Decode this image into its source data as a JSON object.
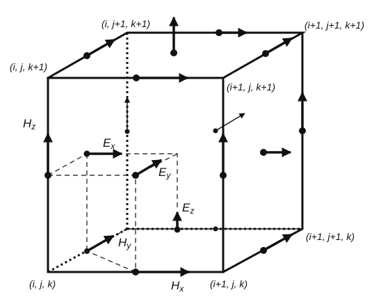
{
  "corners": {
    "i_j_k": "(i, j, k)",
    "i1_j_k": "(i+1, j, k)",
    "i1_j1_k": "(i+1, j+1, k)",
    "i_j_k1": "(i, j, k+1)",
    "i1_j_k1": "(i+1, j, k+1)",
    "i_j1_k1": "(i, j+1, k+1)",
    "i1_j1_k1": "(i+1, j+1, k+1)"
  },
  "fields": {
    "hz": "H",
    "hz_sub": "z",
    "hx": "H",
    "hx_sub": "x",
    "hy": "H",
    "hy_sub": "y",
    "ex": "E",
    "ex_sub": "x",
    "ey": "E",
    "ey_sub": "y",
    "ez": "E",
    "ez_sub": "z"
  }
}
